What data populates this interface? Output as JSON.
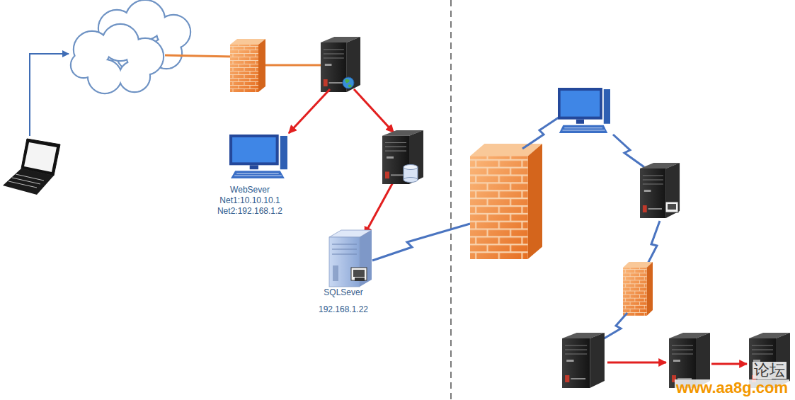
{
  "diagram": {
    "nodes": [
      {
        "text": [
          "WebSever",
          "Net1:10.10.10.1",
          "Net2:192.168.1.2"
        ]
      },
      {
        "text": [
          "SQLSever",
          "192.168.1.22"
        ]
      }
    ],
    "labels": [
      "论坛",
      "www.aa8g.com"
    ]
  }
}
